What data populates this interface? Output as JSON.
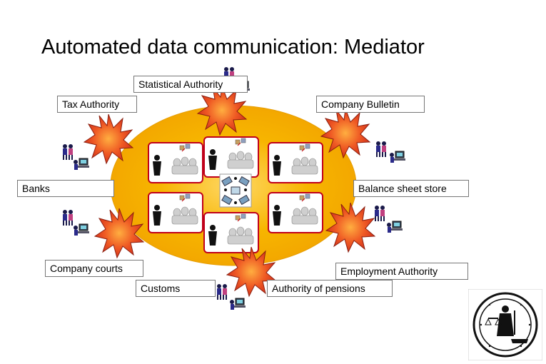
{
  "title": "Automated data communication: Mediator",
  "nodes": {
    "statistical_authority": "Statistical Authority",
    "tax_authority": "Tax Authority",
    "company_bulletin": "Company Bulletin",
    "banks": "Banks",
    "balance_sheet_store": "Balance sheet store",
    "company_courts": "Company courts",
    "employment_authority": "Employment Authority",
    "customs": "Customs",
    "authority_of_pensions": "Authority of pensions"
  },
  "colors": {
    "hub": "#f7b500",
    "hub_glow": "#ffe9a0",
    "burst": "#e6462a",
    "burst_core": "#ff9a3c",
    "card_border": "#c0001a"
  },
  "icons": [
    "person-icon",
    "computer-workstation-icon",
    "meeting-group-icon",
    "exchange-hub-icon",
    "starburst-icon",
    "seal-emblem"
  ]
}
